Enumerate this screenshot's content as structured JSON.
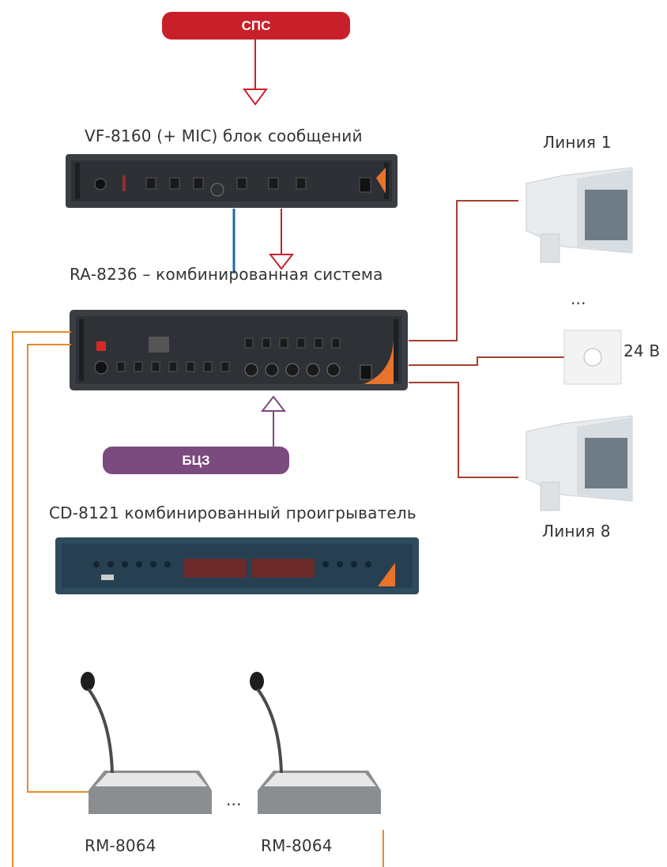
{
  "badges": {
    "sps": "СПС",
    "bcz": "БЦЗ"
  },
  "devices": {
    "vf8160": "VF-8160 (+ MIC) блок сообщений",
    "ra8236": "RA-8236 – комбинированная система",
    "cd8121": "CD-8121 комбинированный проигрыватель"
  },
  "speakers": {
    "line1": "Линия 1",
    "ellipsis": "...",
    "volt24": "24 В",
    "line8": "Линия 8"
  },
  "mics": {
    "mic1": "RM-8064",
    "mic2": "RM-8064",
    "ellipsis": "..."
  },
  "colors": {
    "red": "#c8202a",
    "purple": "#7b4a7f",
    "orange": "#e8892a",
    "brown": "#a5402f",
    "blue": "#1a6aa6"
  }
}
